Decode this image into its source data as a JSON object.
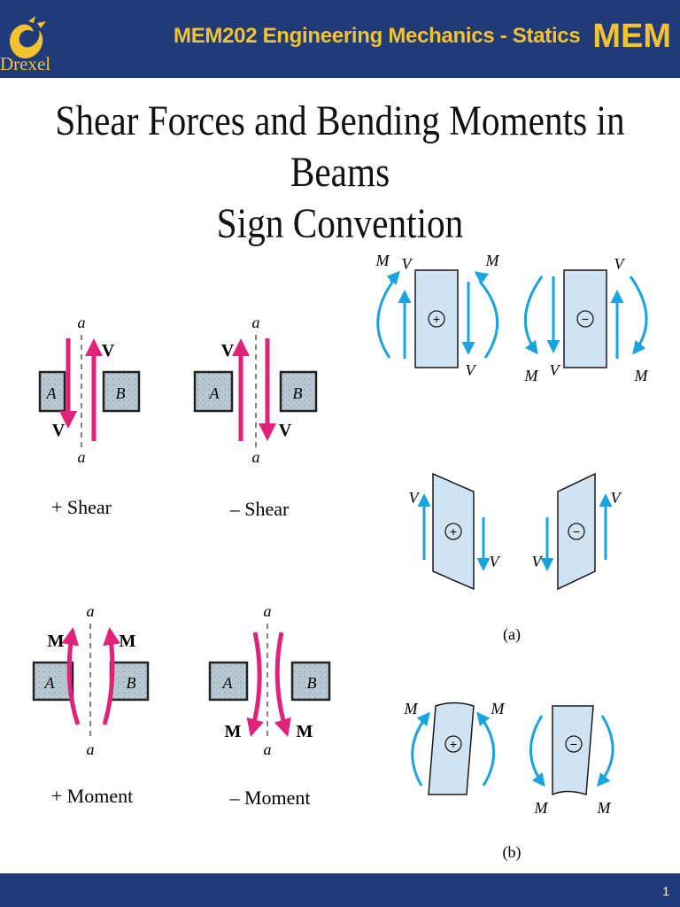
{
  "header": {
    "logo_text": "Drexel",
    "course_title": "MEM202 Engineering Mechanics - Statics",
    "brand": "MEM"
  },
  "slide": {
    "title_line1": "Shear Forces and Bending Moments in Beams",
    "title_line2": "Sign Convention"
  },
  "left_figures": {
    "section_label": "a",
    "beam_left": "A",
    "beam_right": "B",
    "force_label": "V",
    "moment_label": "M",
    "pos_shear": "+ Shear",
    "neg_shear": "– Shear",
    "pos_moment": "+ Moment",
    "neg_moment": "– Moment",
    "arrow_color": "#e0237a"
  },
  "right_figures": {
    "moment_label": "M",
    "force_label": "V",
    "plus_symbol": "+",
    "minus_symbol": "−",
    "caption_a": "(a)",
    "caption_b": "(b)",
    "arrow_color": "#1aa3dc",
    "block_color": "#cfe3f3"
  },
  "footer": {
    "page_number": "1"
  }
}
